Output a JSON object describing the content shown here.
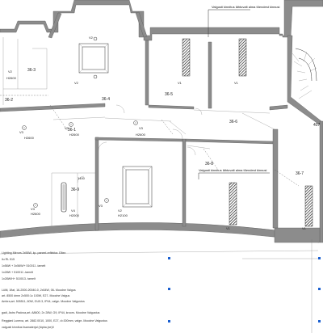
{
  "rooms": {
    "r36_2": "36-2",
    "r36_3": "36-3",
    "r36_4": "36-4",
    "r36_5": "36-5",
    "r36_1": "36-1",
    "r36_6": "36-6",
    "r36_8": "36-8",
    "r36_7": "36-7",
    "r36_9": "36-9",
    "r407": "407"
  },
  "fixtures": {
    "v1_a": "V1",
    "v1_b": "V1",
    "v1_c": "V1",
    "v1_d": "V1",
    "v2_a": "V2",
    "v2_b": "V2",
    "v2_c": "V2",
    "v2_d": "V2",
    "v3_a": "V3",
    "v3_b": "V3",
    "v3_c": "V3",
    "v3_d": "V3",
    "v3_e": "V3",
    "v4": "V4",
    "h_a": "H2600",
    "h_b": "H2600",
    "h_c": "H2600",
    "h_d": "H2600",
    "h_e": "H2600",
    "h_f": "H2000",
    "h_g": "H2100",
    "dim": "1400"
  },
  "notes": {
    "top": "Valgusti kinnitus lähtuvalt alma tõendest kinnusi",
    "mid": "Valgusti kinnitus lähtuvalt alma tõendest kinnusi"
  },
  "legend": [
    "Lighting Mirrors 2x56W, kp. paneel-reflektor. Eltex",
    "ilu RL 515",
    "1x56W + 3x56W/+ 510011 -tamelt",
    "1x28W + 510011 -tamelt",
    "1x28W/H+ 510013- tamelt",
    "Lüliti, 1flat, 16-2000-20040-0, 2x54W, 06- Moodne Valgus",
    "art. 8500 dmm 2x500:1c 100W, E27- Moodne Valgus",
    "Ambra,art. 505511, 60W, GU5.3, IP44, valge- Moodne Valgustus",
    "gadi, Astro Padova,art. A8600, 2x 28W, G9, IP44, kroom- Moodne Valgustus",
    "Reggiani Lunexa, art. 2882.0010, 1000, E27, d=300mm, valge- Moodne Valgustus",
    "valgusti kinnitus lisamaterjal (tüpba jne)0"
  ],
  "colors": {
    "wall": "#8c8c8c",
    "line": "#333333",
    "selection": "#1a5fd0"
  }
}
